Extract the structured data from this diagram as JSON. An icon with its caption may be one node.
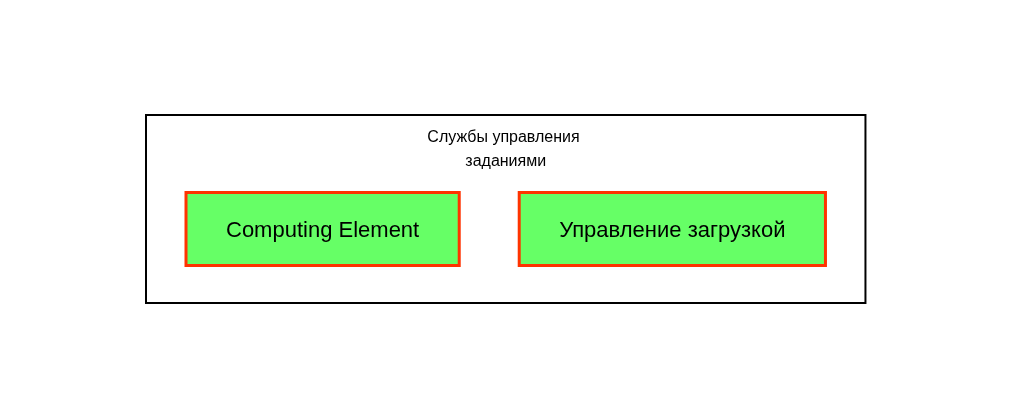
{
  "diagram": {
    "nodes": [
      {
        "text": [
          "Службы управления заданиями"
        ]
      },
      {
        "text": [
          "Computing Element"
        ],
        "in": 0
      },
      {
        "text": [
          "Управление загрузкой"
        ],
        "in": 0
      }
    ],
    "edges": []
  }
}
